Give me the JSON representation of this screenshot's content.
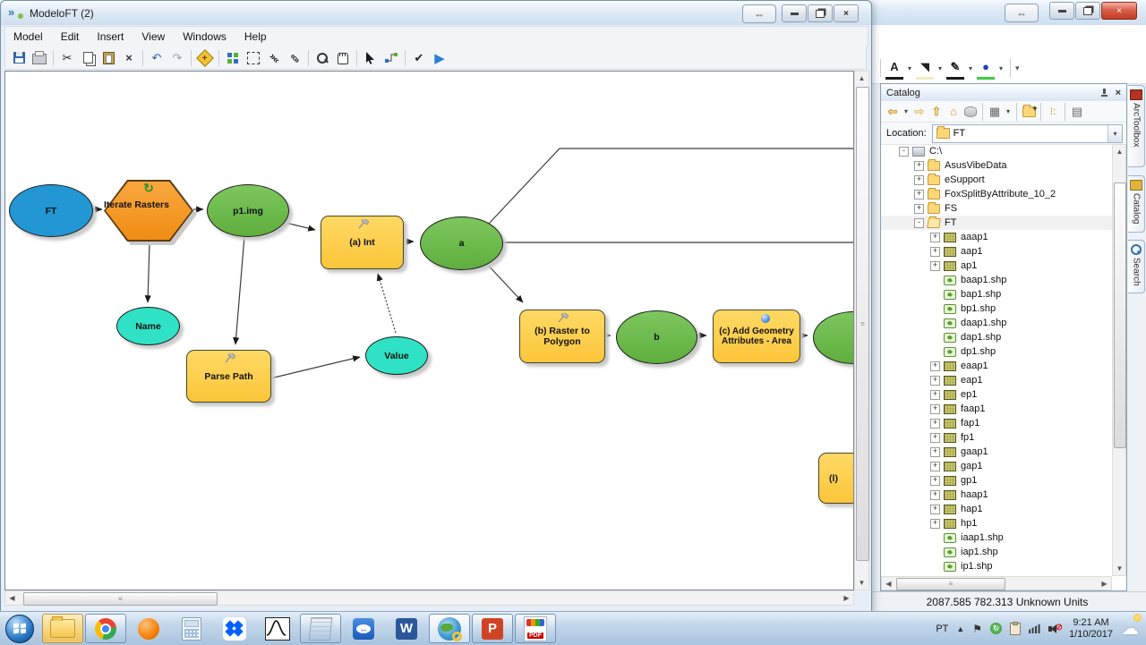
{
  "arcmap": {
    "statusbar": "2087.585  782.313 Unknown Units",
    "side_tabs": [
      "ArcToolbox",
      "Catalog",
      "Search"
    ]
  },
  "model": {
    "title": "ModeloFT (2)",
    "menus": [
      "Model",
      "Edit",
      "Insert",
      "View",
      "Windows",
      "Help"
    ],
    "nodes": {
      "input_ft": "FT",
      "iterator": "Iterate Rasters",
      "raster_var": "p1.img",
      "tool_int": "(a) Int",
      "out_a": "a",
      "name_var": "Name",
      "tool_parse_path": "Parse Path",
      "value_var": "Value",
      "tool_raster_to_polygon": "(b) Raster to Polygon",
      "out_b": "b",
      "tool_add_geometry": "(c) Add Geometry Attributes - Area",
      "tool_partial": "(l)"
    }
  },
  "catalog": {
    "title": "Catalog",
    "location_label": "Location:",
    "location_value": "FT",
    "tree": [
      {
        "label": "C:\\",
        "icon": "drive",
        "expander": "-",
        "level": 0
      },
      {
        "label": "AsusVibeData",
        "icon": "folder",
        "expander": "+",
        "level": 1
      },
      {
        "label": "eSupport",
        "icon": "folder",
        "expander": "+",
        "level": 1
      },
      {
        "label": "FoxSplitByAttribute_10_2",
        "icon": "folder",
        "expander": "+",
        "level": 1
      },
      {
        "label": "FS",
        "icon": "folder",
        "expander": "+",
        "level": 1
      },
      {
        "label": "FT",
        "icon": "folder-open",
        "expander": "-",
        "level": 1
      },
      {
        "label": "aaap1",
        "icon": "raster",
        "expander": "+",
        "level": 2
      },
      {
        "label": "aap1",
        "icon": "raster",
        "expander": "+",
        "level": 2
      },
      {
        "label": "ap1",
        "icon": "raster",
        "expander": "+",
        "level": 2
      },
      {
        "label": "baap1.shp",
        "icon": "shp",
        "expander": "",
        "level": 2
      },
      {
        "label": "bap1.shp",
        "icon": "shp",
        "expander": "",
        "level": 2
      },
      {
        "label": "bp1.shp",
        "icon": "shp",
        "expander": "",
        "level": 2
      },
      {
        "label": "daap1.shp",
        "icon": "shp",
        "expander": "",
        "level": 2
      },
      {
        "label": "dap1.shp",
        "icon": "shp",
        "expander": "",
        "level": 2
      },
      {
        "label": "dp1.shp",
        "icon": "shp",
        "expander": "",
        "level": 2
      },
      {
        "label": "eaap1",
        "icon": "raster",
        "expander": "+",
        "level": 2
      },
      {
        "label": "eap1",
        "icon": "raster",
        "expander": "+",
        "level": 2
      },
      {
        "label": "ep1",
        "icon": "raster",
        "expander": "+",
        "level": 2
      },
      {
        "label": "faap1",
        "icon": "raster",
        "expander": "+",
        "level": 2
      },
      {
        "label": "fap1",
        "icon": "raster",
        "expander": "+",
        "level": 2
      },
      {
        "label": "fp1",
        "icon": "raster",
        "expander": "+",
        "level": 2
      },
      {
        "label": "gaap1",
        "icon": "raster",
        "expander": "+",
        "level": 2
      },
      {
        "label": "gap1",
        "icon": "raster",
        "expander": "+",
        "level": 2
      },
      {
        "label": "gp1",
        "icon": "raster",
        "expander": "+",
        "level": 2
      },
      {
        "label": "haap1",
        "icon": "raster",
        "expander": "+",
        "level": 2
      },
      {
        "label": "hap1",
        "icon": "raster",
        "expander": "+",
        "level": 2
      },
      {
        "label": "hp1",
        "icon": "raster",
        "expander": "+",
        "level": 2
      },
      {
        "label": "iaap1.shp",
        "icon": "shp",
        "expander": "",
        "level": 2
      },
      {
        "label": "iap1.shp",
        "icon": "shp",
        "expander": "",
        "level": 2
      },
      {
        "label": "ip1.shp",
        "icon": "shp",
        "expander": "",
        "level": 2
      }
    ]
  },
  "taskbar": {
    "language": "PT",
    "time": "9:21 AM",
    "date": "1/10/2017"
  }
}
